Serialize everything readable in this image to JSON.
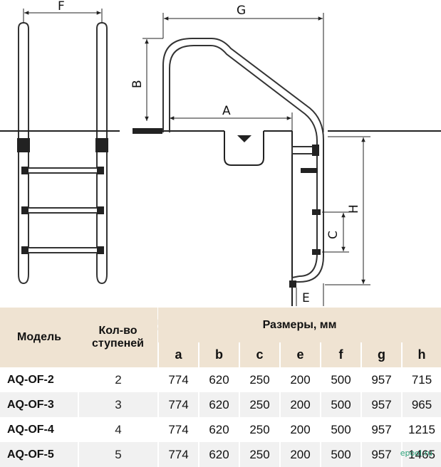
{
  "drawing": {
    "labels": {
      "f": "F",
      "g": "G",
      "b": "B",
      "a": "A",
      "h": "H",
      "c": "C",
      "e": "E"
    }
  },
  "watermarks": [
    "Pool.ru",
    "ePool.ru",
    "ePool.ru"
  ],
  "table": {
    "header": {
      "model": "Модель",
      "steps": "Кол-во ступеней",
      "dims": "Размеры, мм",
      "dim_cols": [
        "a",
        "b",
        "c",
        "e",
        "f",
        "g",
        "h"
      ]
    },
    "rows": [
      {
        "model": "AQ-OF-2",
        "steps": "2",
        "dims": [
          "774",
          "620",
          "250",
          "200",
          "500",
          "957",
          "715"
        ]
      },
      {
        "model": "AQ-OF-3",
        "steps": "3",
        "dims": [
          "774",
          "620",
          "250",
          "200",
          "500",
          "957",
          "965"
        ]
      },
      {
        "model": "AQ-OF-4",
        "steps": "4",
        "dims": [
          "774",
          "620",
          "250",
          "200",
          "500",
          "957",
          "1215"
        ]
      },
      {
        "model": "AQ-OF-5",
        "steps": "5",
        "dims": [
          "774",
          "620",
          "250",
          "200",
          "500",
          "957",
          "1465"
        ]
      }
    ]
  },
  "logo": "epool.ru"
}
